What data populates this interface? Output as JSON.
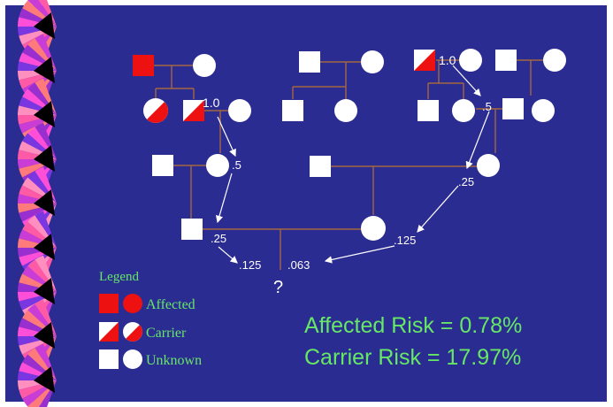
{
  "colors": {
    "background": "#2b2c91",
    "line": "#a5663f",
    "affected": "#ee1111",
    "unknown": "#ffffff",
    "label": "#66e866",
    "arrow": "#ffffff"
  },
  "probabilities": {
    "grandmother_carrier": "1.0",
    "aunt_carrier": "1.0",
    "mother_of_father": ".5",
    "mother_of_mother": ".5",
    "father": ".25",
    "mother": ".25",
    "father_share": ".125",
    "mother_share": ".125",
    "child_combined": ".063",
    "unknown_child": "?"
  },
  "legend": {
    "title": "Legend",
    "affected_label": "Affected",
    "carrier_label": "Carrier",
    "unknown_label": "Unknown"
  },
  "risk": {
    "affected": "Affected Risk = 0.78%",
    "carrier": "Carrier Risk = 17.97%"
  }
}
